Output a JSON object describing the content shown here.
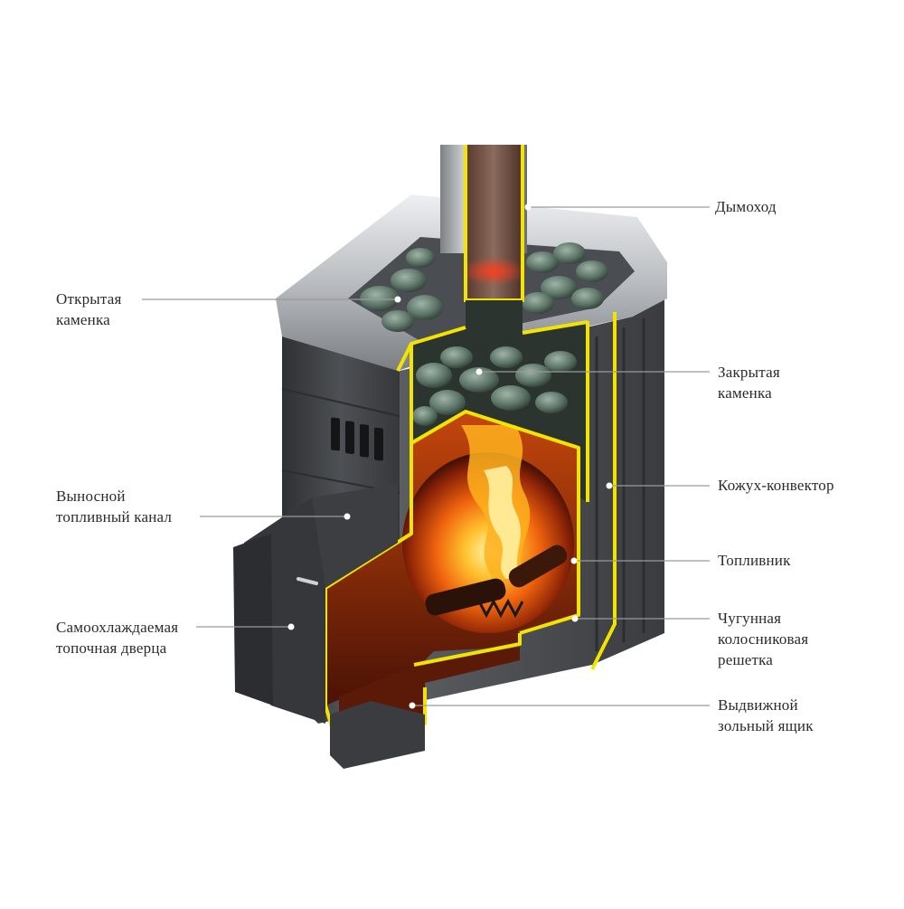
{
  "labels": {
    "chimney": "Дымоход",
    "open_stone_chamber": "Открытая\nкаменка",
    "closed_stone_chamber": "Закрытая\nкаменка",
    "remote_fuel_channel": "Выносной\nтопливный канал",
    "convector_casing": "Кожух-конвектор",
    "firebox": "Топливник",
    "cast_iron_grate": "Чугунная\nколосниковая\nрешетка",
    "self_cooling_door": "Самоохлаждаемая\nтопочная дверца",
    "ash_drawer": "Выдвижной\nзольный ящик"
  },
  "colors": {
    "background": "#ffffff",
    "steel_dark": "#3a3c3f",
    "steel_mid": "#55585c",
    "steel_light": "#c9ccd0",
    "cutaway_outline": "#f2e400",
    "fire_core": "#ffd23a",
    "fire_mid": "#ff7a12",
    "fire_dark": "#6a1a04",
    "stone": "#5f7a6c",
    "leader_line": "#9a9a9a",
    "text": "#2b2b2b"
  }
}
